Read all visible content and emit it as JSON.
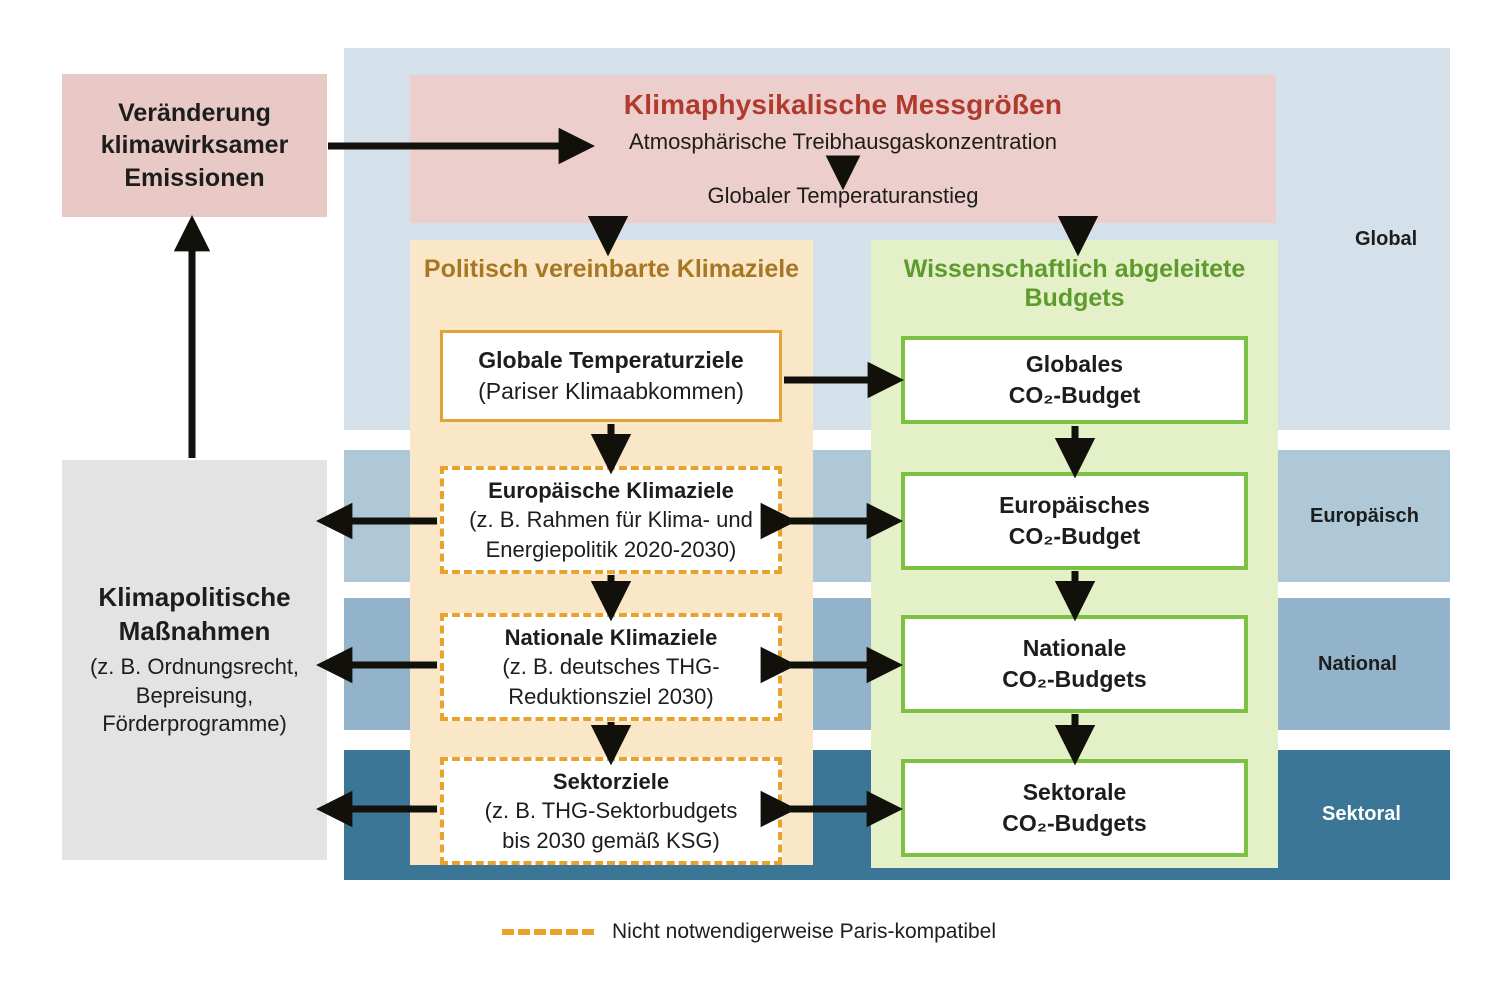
{
  "levels": [
    {
      "id": "global",
      "label": "Global",
      "color": "#d5e1ea"
    },
    {
      "id": "europaeisch",
      "label": "Europäisch",
      "color": "#aec8d8"
    },
    {
      "id": "national",
      "label": "National",
      "color": "#92b3ca"
    },
    {
      "id": "sektoral",
      "label": "Sektoral",
      "color": "#3b7696"
    }
  ],
  "left": {
    "emissions_box": {
      "lines": [
        "Veränderung",
        "klimawirksamer",
        "Emissionen"
      ],
      "color": "#e9c9c6"
    },
    "measures_box": {
      "lines_bold": [
        "Klimapolitische",
        "Maßnahmen"
      ],
      "lines_plain": [
        "(z. B. Ordnungsrecht,",
        "Bepreisung,",
        "Förderprogramme)"
      ],
      "color": "#e3e3e3"
    }
  },
  "top_box": {
    "title": "Klimaphysikalische Messgrößen",
    "line1": "Atmosphärische Treibhausgaskonzentration",
    "line2": "Globaler Temperaturanstieg",
    "title_color": "#b03a2e",
    "bg_color": "#eccfcc"
  },
  "columns": [
    {
      "id": "politisch",
      "title": [
        "Politisch vereinbarte",
        "Klimaziele"
      ],
      "title_color": "#a67823",
      "bg_color": "#fae7c8",
      "accent": "#e9a22c",
      "items": [
        {
          "id": "globale-temperaturziele",
          "style": "solid",
          "lines": [
            {
              "t": "Globale Temperaturziele",
              "b": true
            },
            {
              "t": "(Pariser Klimaabkommen)",
              "b": false
            }
          ]
        },
        {
          "id": "europaeische-klimaziele",
          "style": "dashed",
          "lines": [
            {
              "t": "Europäische Klimaziele",
              "b": true
            },
            {
              "t": "(z. B. Rahmen für Klima- und",
              "b": false
            },
            {
              "t": "Energiepolitik 2020-2030)",
              "b": false
            }
          ]
        },
        {
          "id": "nationale-klimaziele",
          "style": "dashed",
          "lines": [
            {
              "t": "Nationale Klimaziele",
              "b": true
            },
            {
              "t": "(z. B. deutsches THG-",
              "b": false
            },
            {
              "t": "Reduktionsziel 2030)",
              "b": false
            }
          ]
        },
        {
          "id": "sektorziele",
          "style": "dashed",
          "lines": [
            {
              "t": "Sektorziele",
              "b": true
            },
            {
              "t": "(z. B. THG-Sektorbudgets",
              "b": false
            },
            {
              "t": "bis 2030 gemäß KSG)",
              "b": false
            }
          ]
        }
      ]
    },
    {
      "id": "wissenschaftlich",
      "title": [
        "Wissenschaftlich",
        "abgeleitete Budgets"
      ],
      "title_color": "#5f9a2c",
      "bg_color": "#e4f0c8",
      "accent": "#7cc142",
      "items": [
        {
          "id": "globales-co2-budget",
          "style": "solid",
          "lines": [
            {
              "t": "Globales",
              "b": true
            },
            {
              "t": "CO₂-Budget",
              "b": true
            }
          ]
        },
        {
          "id": "europaeisches-co2-budget",
          "style": "solid",
          "lines": [
            {
              "t": "Europäisches",
              "b": true
            },
            {
              "t": "CO₂-Budget",
              "b": true
            }
          ]
        },
        {
          "id": "nationale-co2-budgets",
          "style": "solid",
          "lines": [
            {
              "t": "Nationale",
              "b": true
            },
            {
              "t": "CO₂-Budgets",
              "b": true
            }
          ]
        },
        {
          "id": "sektorale-co2-budgets",
          "style": "solid",
          "lines": [
            {
              "t": "Sektorale",
              "b": true
            },
            {
              "t": "CO₂-Budgets",
              "b": true
            }
          ]
        }
      ]
    }
  ],
  "legend": {
    "text": "Nicht notwendigerweise Paris-kompatibel",
    "dash_color": "#e9a22c"
  }
}
